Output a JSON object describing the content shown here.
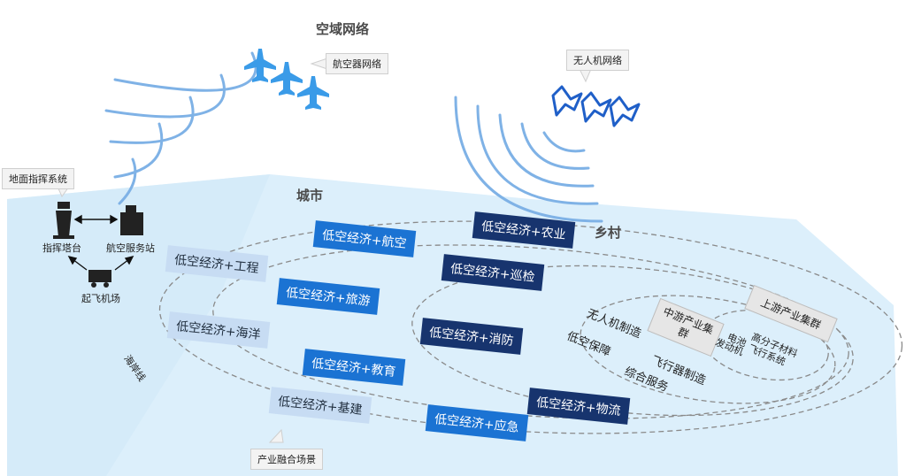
{
  "labels": {
    "airspace_network": "空域网络",
    "aircraft_network": "航空器网络",
    "drone_network": "无人机网络",
    "city": "城市",
    "village": "乡村",
    "ground_command": "地面指挥系统",
    "control_tower": "指挥塔台",
    "aviation_service": "航空服务站",
    "takeoff_airport": "起飞机场",
    "coastline": "海岸线",
    "industry_scenes": "产业融合场景"
  },
  "scenarios": {
    "engineering": "低空经济+工程",
    "tourism": "低空经济+旅游",
    "ocean": "低空经济+海洋",
    "education": "低空经济+教育",
    "infrastructure": "低空经济+基建",
    "aviation": "低空经济+航空",
    "agriculture": "低空经济+农业",
    "inspection": "低空经济+巡检",
    "firefighting": "低空经济+消防",
    "emergency": "低空经济+应急",
    "logistics": "低空经济+物流"
  },
  "industry": {
    "drone_manufacturing": "无人机制造",
    "low_altitude_support": "低空保障",
    "aircraft_manufacturing": "飞行器制造",
    "integrated_services": "综合服务",
    "midstream_cluster": "中游产业集群",
    "upstream_cluster": "上游产业集群",
    "battery": "电池",
    "polymer_materials": "高分子材料",
    "engine": "发动机",
    "flight_system": "飞行系统"
  }
}
